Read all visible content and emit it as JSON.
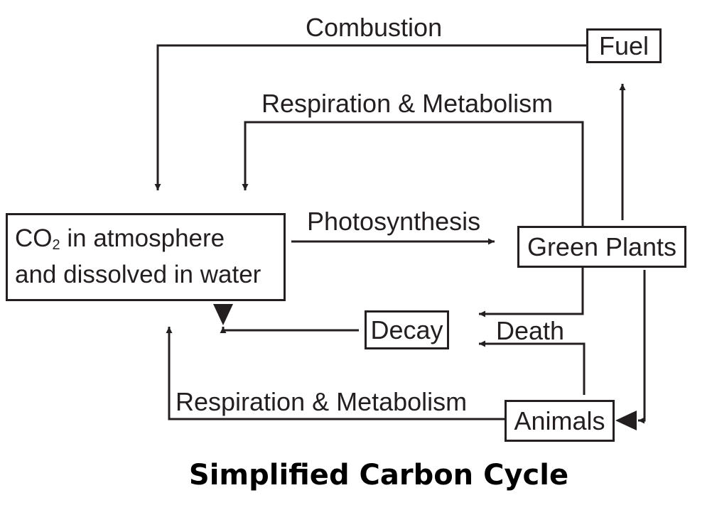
{
  "boxes": {
    "co2_line1_prefix": "CO",
    "co2_subscript": "2",
    "co2_line1_suffix": " in atmosphere",
    "co2_line2": "and dissolved in water",
    "green_plants": "Green Plants",
    "fuel": "Fuel",
    "decay": "Decay",
    "animals": "Animals"
  },
  "labels": {
    "combustion": "Combustion",
    "respiration_top": "Respiration & Metabolism",
    "photosynthesis": "Photosynthesis",
    "death": "Death",
    "respiration_bottom": "Respiration & Metabolism"
  },
  "title": "Simplified Carbon Cycle",
  "colors": {
    "line": "#231f20",
    "background": "#ffffff"
  }
}
